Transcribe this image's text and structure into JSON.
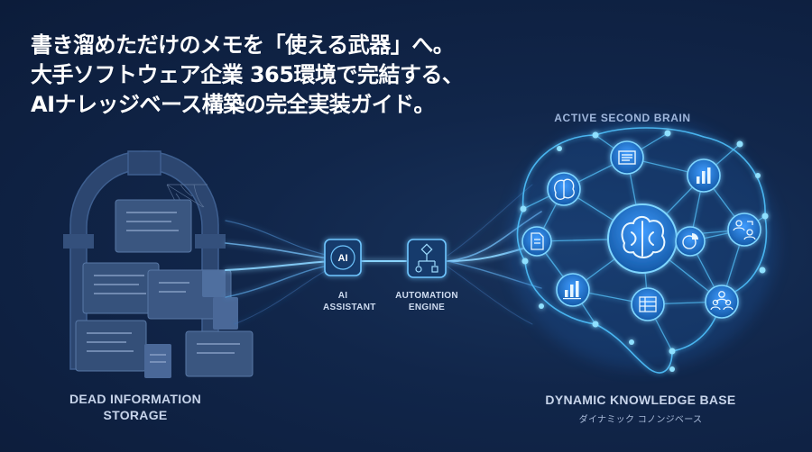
{
  "headline": {
    "line1": "書き溜めただけのメモを「使える武器」へ。",
    "line2": "大手ソフトウェア企業 365環境で完結する、",
    "line3": "AIナレッジベース構築の完全実装ガイド。"
  },
  "left": {
    "label_line1": "DEAD INFORMATION",
    "label_line2": "STORAGE"
  },
  "pipeline": {
    "ai_icon_text": "AI",
    "ai_label_line1": "AI",
    "ai_label_line2": "ASSISTANT",
    "automation_label_line1": "AUTOMATION",
    "automation_label_line2": "ENGINE"
  },
  "right": {
    "top_label": "ACTIVE SECOND BRAIN",
    "bottom_label": "DYNAMIC KNOWLEDGE BASE",
    "bottom_sublabel": "ダイナミック コノンジベース"
  },
  "colors": {
    "background": "#11264a",
    "glow": "#4fc3ff",
    "node_fill": "#1f6fc0",
    "archive": "#3a5680"
  }
}
